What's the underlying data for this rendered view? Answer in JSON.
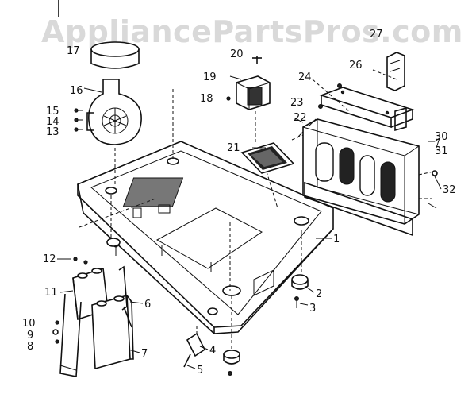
{
  "watermark": "AppliancePartsPros.com",
  "callouts": {
    "c1": "1",
    "c2": "2",
    "c3": "3",
    "c4": "4",
    "c5": "5",
    "c6": "6",
    "c7": "7",
    "c8": "8",
    "c9": "9",
    "c10": "10",
    "c11": "11",
    "c12": "12",
    "c13": "13",
    "c14": "14",
    "c15": "15",
    "c16": "16",
    "c17": "17",
    "c18": "18",
    "c19": "19",
    "c20": "20",
    "c21": "21",
    "c22": "22",
    "c23": "23",
    "c24": "24",
    "c26": "26",
    "c27": "27",
    "c30": "30",
    "c31": "31",
    "c32": "32"
  }
}
